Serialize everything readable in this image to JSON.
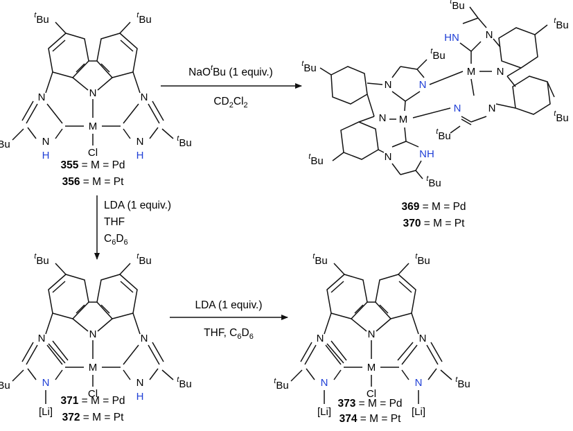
{
  "colors": {
    "ink": "#111111",
    "nitrogen_highlight": "#1f3fd6",
    "background": "#ffffff"
  },
  "atoms": {
    "tBu_t": "t",
    "tBu_rest": "Bu",
    "N": "N",
    "M": "M",
    "Cl": "Cl",
    "HN": "HN",
    "NH": "NH",
    "H": "H",
    "Li": "[Li]"
  },
  "reactions": {
    "top": {
      "line1_a": "NaO",
      "line1_t": "t",
      "line1_b": "Bu (1 equiv.)",
      "line2": "CD2Cl2"
    },
    "down": {
      "line1": "LDA (1 equiv.)",
      "line2": "THF",
      "line3": "C6D6"
    },
    "bottom": {
      "line1": "LDA (1 equiv.)",
      "line2": "THF, C6D6"
    }
  },
  "compounds": [
    {
      "number": "355",
      "rest": " = M = Pd"
    },
    {
      "number": "356",
      "rest": " = M = Pt"
    },
    {
      "number": "369",
      "rest": " = M = Pd"
    },
    {
      "number": "370",
      "rest": " = M = Pt"
    },
    {
      "number": "371",
      "rest": " = M = Pd"
    },
    {
      "number": "372",
      "rest": " = M = Pt"
    },
    {
      "number": "373",
      "rest": " = M = Pd"
    },
    {
      "number": "374",
      "rest": " = M = Pt"
    }
  ]
}
